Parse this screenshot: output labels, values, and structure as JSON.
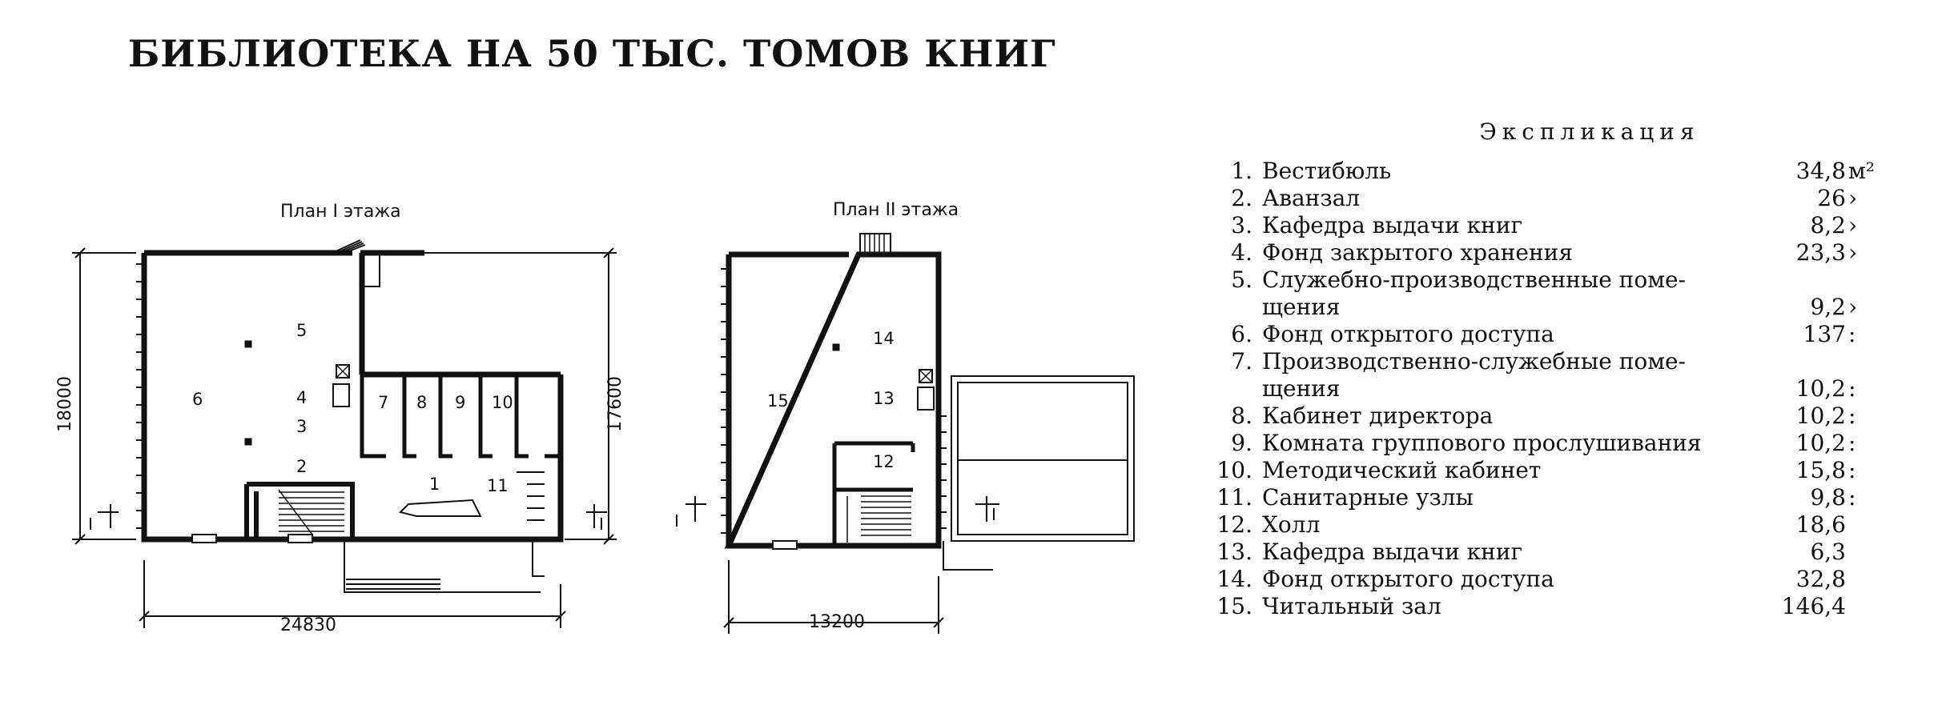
{
  "title": "БИБЛИОТЕКА НА 50 ТЫС. ТОМОВ КНИГ",
  "plan_i": {
    "label": "План I этажа",
    "rooms": [
      "6",
      "5",
      "4",
      "3",
      "2",
      "1",
      "7",
      "8",
      "9",
      "10",
      "11"
    ],
    "dims": {
      "width": "24830",
      "left": "18000",
      "right": "17600"
    },
    "section_marks": [
      "I",
      "I"
    ]
  },
  "plan_ii": {
    "label": "План II этажа",
    "rooms": [
      "15",
      "14",
      "13",
      "12"
    ],
    "dims": {
      "width": "13200"
    },
    "section_marks": [
      "I",
      "I"
    ]
  },
  "explication": {
    "heading": "Экспликация",
    "items": [
      {
        "num": "1.",
        "name": "Вестибюль",
        "value": "34,8",
        "unit": "м²"
      },
      {
        "num": "2.",
        "name": "Аванзал",
        "value": "26",
        "unit": "›"
      },
      {
        "num": "3.",
        "name": "Кафедра выдачи книг",
        "value": "8,2",
        "unit": "›"
      },
      {
        "num": "4.",
        "name": "Фонд закрытого хранения",
        "value": "23,3",
        "unit": "›"
      },
      {
        "num": "5.",
        "name": "Служебно-производственные поме-",
        "name2": "щения",
        "value": "9,2",
        "unit": "›"
      },
      {
        "num": "6.",
        "name": "Фонд открытого доступа",
        "value": "137",
        "unit": ":"
      },
      {
        "num": "7.",
        "name": "Производственно-служебные поме-",
        "name2": "щения",
        "value": "10,2",
        "unit": ":"
      },
      {
        "num": "8.",
        "name": "Кабинет директора",
        "value": "10,2",
        "unit": ":"
      },
      {
        "num": "9.",
        "name": "Комната группового прослушивания",
        "value": "10,2",
        "unit": ":"
      },
      {
        "num": "10.",
        "name": "Методический кабинет",
        "value": "15,8",
        "unit": ":"
      },
      {
        "num": "11.",
        "name": "Санитарные узлы",
        "value": "9,8",
        "unit": ":"
      },
      {
        "num": "12.",
        "name": "Холл",
        "value": "18,6",
        "unit": ""
      },
      {
        "num": "13.",
        "name": "Кафедра выдачи книг",
        "value": "6,3",
        "unit": ""
      },
      {
        "num": "14.",
        "name": "Фонд открытого доступа",
        "value": "32,8",
        "unit": ""
      },
      {
        "num": "15.",
        "name": "Читальный зал",
        "value": "146,4",
        "unit": ""
      }
    ]
  }
}
